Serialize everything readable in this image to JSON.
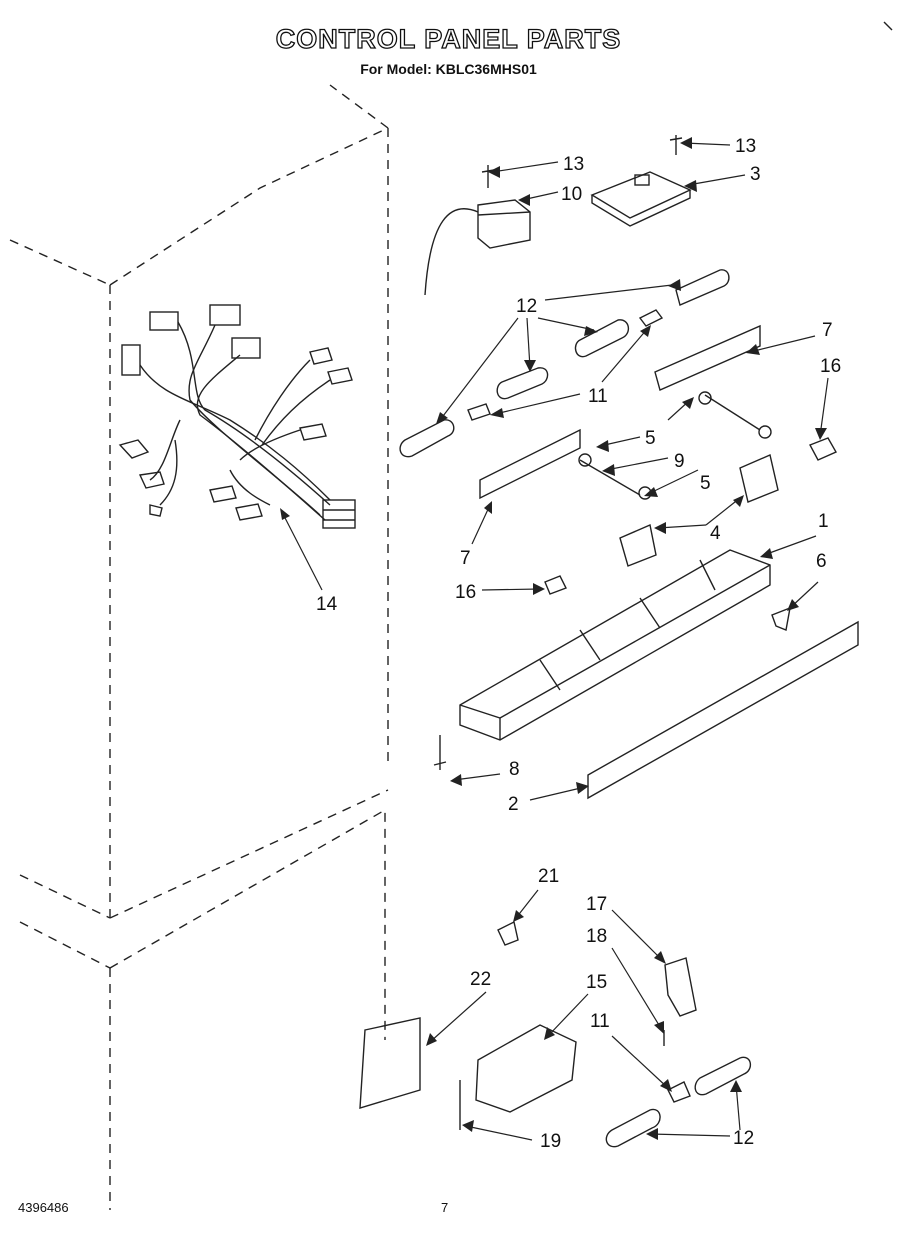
{
  "title": "CONTROL PANEL PARTS",
  "subtitle": "For Model: KBLC36MHS01",
  "footer": {
    "part_code": "4396486",
    "page_number": "7"
  },
  "callouts": [
    "13",
    "13",
    "10",
    "3",
    "12",
    "7",
    "16",
    "11",
    "5",
    "9",
    "5",
    "4",
    "1",
    "7",
    "16",
    "6",
    "14",
    "8",
    "2",
    "21",
    "17",
    "18",
    "22",
    "15",
    "11",
    "12",
    "19"
  ]
}
